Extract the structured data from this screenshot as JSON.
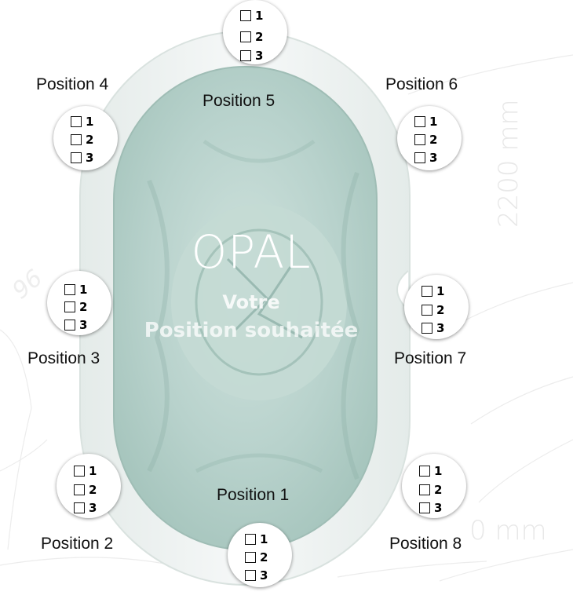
{
  "title": "OPAL",
  "subtitle_line1": "Votre",
  "subtitle_line2": "Position souhaitée",
  "dimensions": {
    "vertical": "2200 mm",
    "horizontal_fragment": "0 mm",
    "side_fragment": "96"
  },
  "option_labels": [
    "1",
    "2",
    "3"
  ],
  "positions": [
    {
      "id": 1,
      "label": "Position 1"
    },
    {
      "id": 2,
      "label": "Position 2"
    },
    {
      "id": 3,
      "label": "Position 3"
    },
    {
      "id": 4,
      "label": "Position 4"
    },
    {
      "id": 5,
      "label": "Position 5"
    },
    {
      "id": 6,
      "label": "Position 6"
    },
    {
      "id": 7,
      "label": "Position 7"
    },
    {
      "id": 8,
      "label": "Position 8"
    }
  ],
  "colors": {
    "tub_rim": "#eef2f1",
    "tub_water": "#b9d3cd",
    "tub_water_dark": "#93b7ae",
    "label_text": "#111111"
  }
}
